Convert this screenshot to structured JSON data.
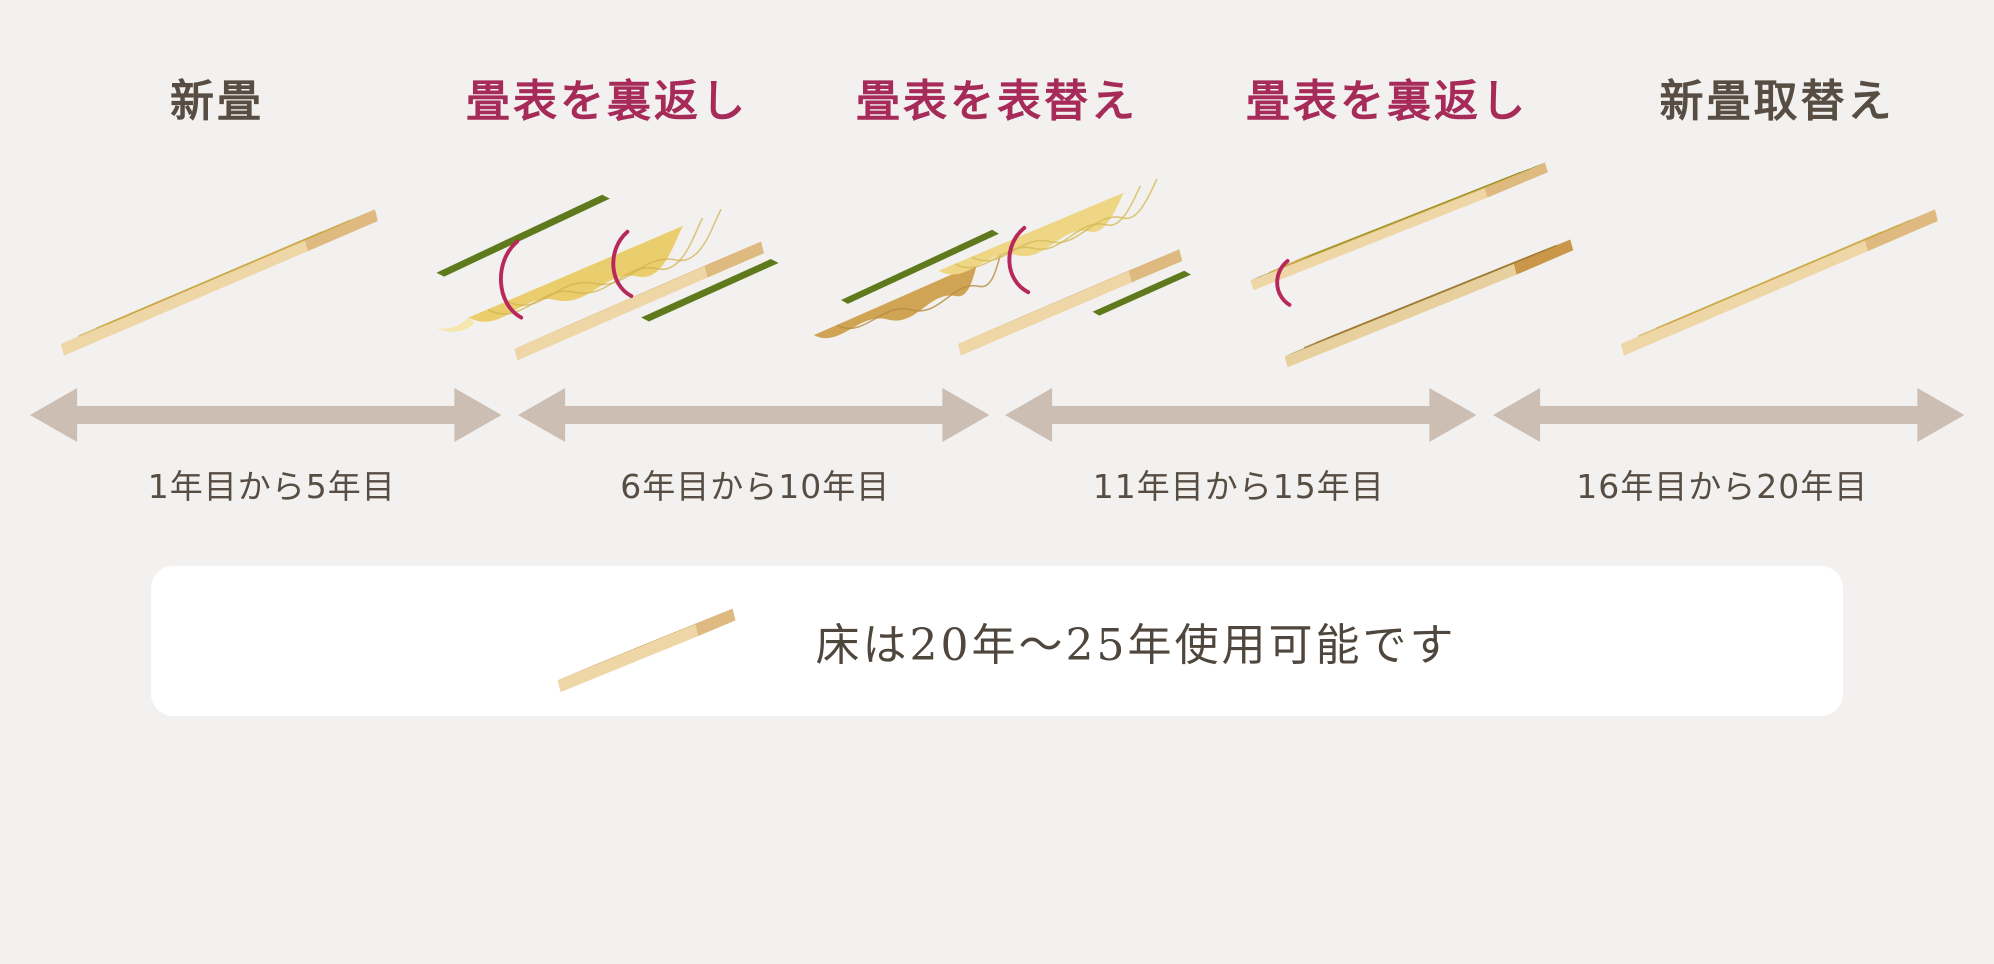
{
  "colors": {
    "background": "#f2f1ef",
    "title_dark": "#574d43",
    "title_red": "#a62b59",
    "arrow": "#cdbeb4",
    "period_text": "#574d43",
    "note_bg": "#ffffff",
    "note_text": "#4f463d",
    "tatami_surface_yellow": "#dfbe4e",
    "tatami_edge_green": "#5f7a1c",
    "tatami_base_tan": "#cf9d58",
    "tatami_base_side_cream": "#efd6a6",
    "flip_arrow_red": "#b7285c"
  },
  "stages": [
    {
      "id": "new-tatami",
      "label": "新畳",
      "color": "#574d43"
    },
    {
      "id": "flip-omote-1",
      "label": "畳表を裏返し",
      "color": "#a62b59"
    },
    {
      "id": "replace-omote",
      "label": "畳表を表替え",
      "color": "#a62b59"
    },
    {
      "id": "flip-omote-2",
      "label": "畳表を裏返し",
      "color": "#a62b59"
    },
    {
      "id": "replace-tatami",
      "label": "新畳取替え",
      "color": "#574d43"
    }
  ],
  "periods": [
    {
      "label": "1年目から5年目"
    },
    {
      "label": "6年目から10年目"
    },
    {
      "label": "11年目から15年目"
    },
    {
      "label": "16年目から20年目"
    }
  ],
  "note": {
    "text": "床は20年〜25年使用可能です"
  }
}
